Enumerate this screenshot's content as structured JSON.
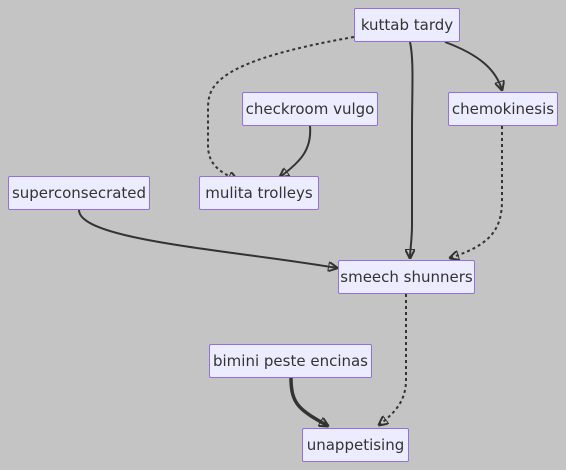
{
  "diagram": {
    "nodes": {
      "kuttab_tardy": "kuttab tardy",
      "checkroom_vulgo": "checkroom vulgo",
      "chemokinesis": "chemokinesis",
      "superconsecrated": "superconsecrated",
      "mulita_trolleys": "mulita trolleys",
      "smeech_shunners": "smeech shunners",
      "bimini_peste_encinas": "bimini peste encinas",
      "unappetising": "unappetising"
    },
    "edges": [
      {
        "from": "kuttab_tardy",
        "to": "mulita_trolleys",
        "style": "dotted"
      },
      {
        "from": "kuttab_tardy",
        "to": "smeech_shunners",
        "style": "solid"
      },
      {
        "from": "kuttab_tardy",
        "to": "chemokinesis",
        "style": "solid"
      },
      {
        "from": "checkroom_vulgo",
        "to": "mulita_trolleys",
        "style": "solid"
      },
      {
        "from": "chemokinesis",
        "to": "smeech_shunners",
        "style": "dotted"
      },
      {
        "from": "superconsecrated",
        "to": "smeech_shunners",
        "style": "solid"
      },
      {
        "from": "smeech_shunners",
        "to": "unappetising",
        "style": "dotted"
      },
      {
        "from": "bimini_peste_encinas",
        "to": "unappetising",
        "style": "thick"
      }
    ],
    "colors": {
      "background": "#c4c4c4",
      "node_fill": "#ececff",
      "node_border": "#9370db",
      "text": "#333333",
      "edge": "#333333"
    }
  }
}
